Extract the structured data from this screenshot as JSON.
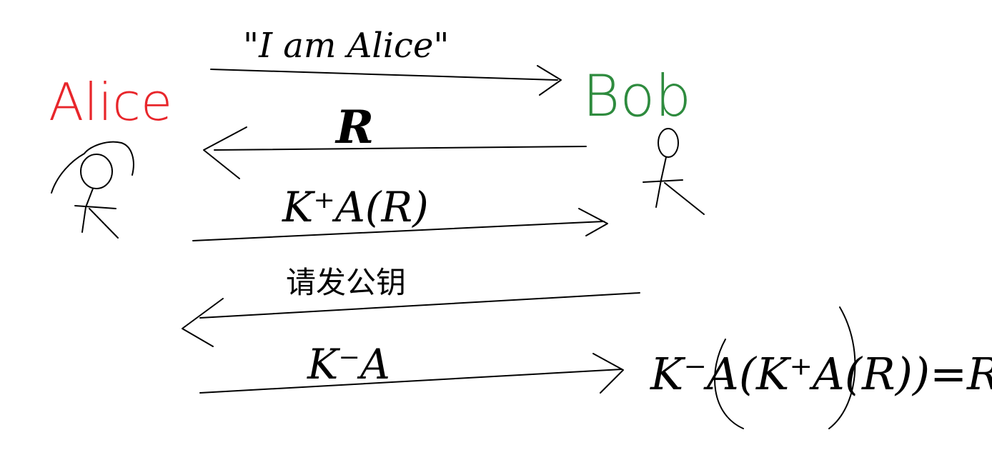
{
  "participants": {
    "alice": {
      "name": "Alice",
      "color": "#e8262b"
    },
    "bob": {
      "name": "Bob",
      "color": "#2e8b3e"
    }
  },
  "messages": [
    {
      "label": "\"I am Alice\"",
      "direction": "to-bob"
    },
    {
      "label": "R",
      "direction": "to-alice"
    },
    {
      "label": "K⁺A(R)",
      "direction": "to-bob"
    },
    {
      "label": "请发公钥",
      "direction": "to-alice"
    },
    {
      "label": "K⁻A",
      "direction": "to-bob"
    }
  ],
  "verification": {
    "expression": "K⁻A(K⁺A(R))=R"
  },
  "ink_color": "#000000"
}
